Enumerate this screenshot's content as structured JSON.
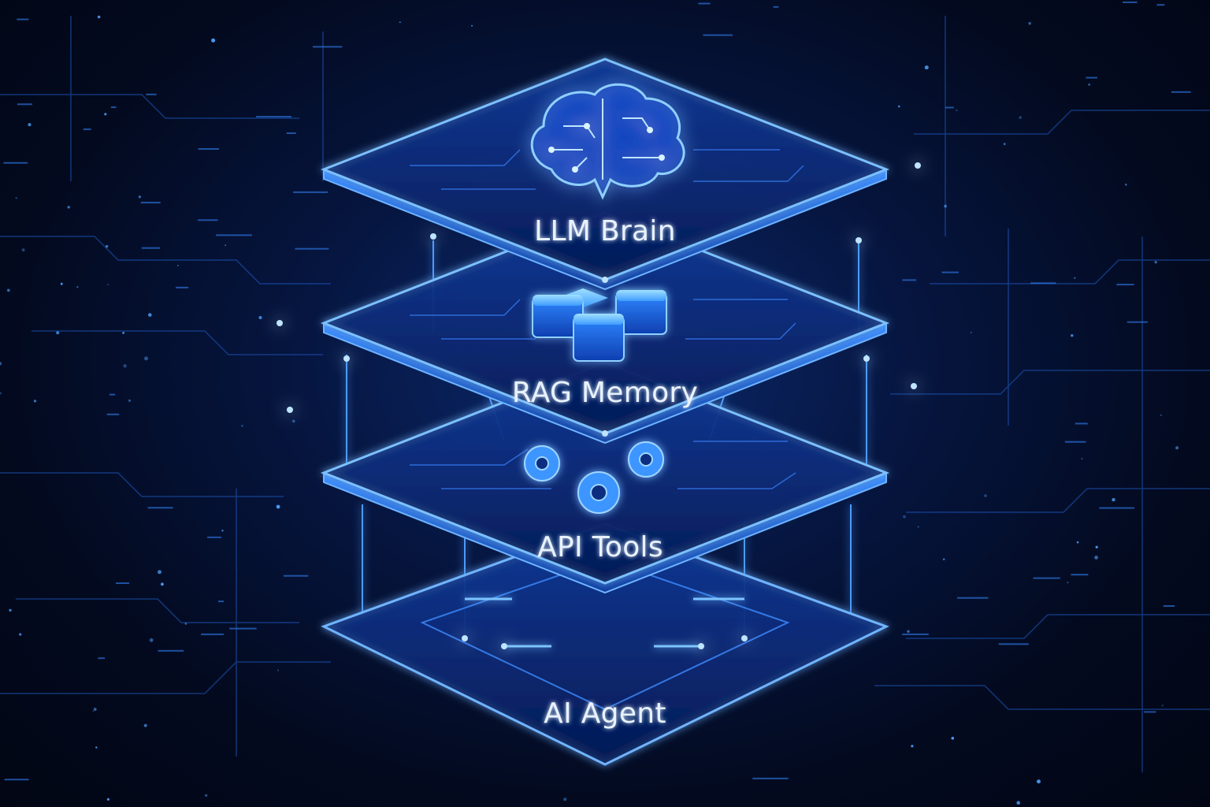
{
  "diagram": {
    "layers": [
      {
        "id": "llm",
        "label": "LLM Brain",
        "icon": "brain-circuit-icon"
      },
      {
        "id": "rag",
        "label": "RAG Memory",
        "icon": "database-stack-icon"
      },
      {
        "id": "api",
        "label": "API Tools",
        "icon": "gears-icon"
      },
      {
        "id": "agent",
        "label": "AI Agent",
        "icon": ""
      }
    ]
  },
  "colors": {
    "background": "#030a1c",
    "glow": "#2f7bff",
    "edge": "#6fb4ff",
    "label": "#e8f2ff"
  }
}
